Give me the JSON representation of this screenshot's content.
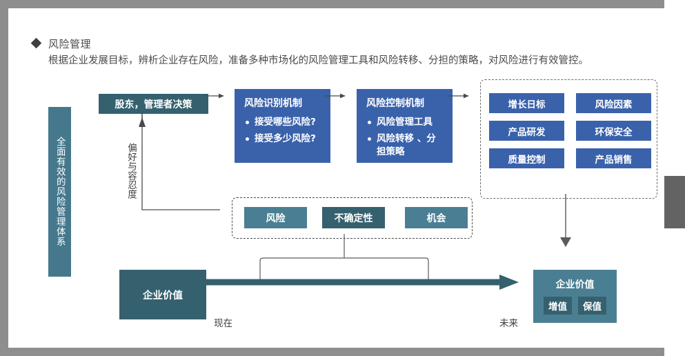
{
  "header": {
    "bullet_icon": "diamond-bullet-icon",
    "title": "风险管理",
    "subtitle": "根据企业发展目标，辨析企业存在风险，准备多种市场化的风险管理工具和风险转移、分担的策略，对风险进行有效管控。"
  },
  "side_banner": {
    "label": "全面有效的风险管理体系"
  },
  "flow": {
    "stakeholder_box": "股东，管理者决策",
    "preference_label": "偏好与容忍度",
    "identify": {
      "title": "风险识别机制",
      "items": [
        "接受哪些风险?",
        "接受多少风险?"
      ]
    },
    "control": {
      "title": "风险控制机制",
      "items": [
        "风险管理工具",
        "风险转移 、分担策略"
      ]
    }
  },
  "objectives_grid": {
    "items": [
      "增长日标",
      "风险因素",
      "产品研发",
      "环保安全",
      "质量控制",
      "产品销售"
    ]
  },
  "middle_group": {
    "items": [
      {
        "label": "风险",
        "shade": "light"
      },
      {
        "label": "不确定性",
        "shade": "dark"
      },
      {
        "label": "机会",
        "shade": "light"
      }
    ]
  },
  "timeline": {
    "value_now": "企业价值",
    "label_now": "现在",
    "label_future": "未来",
    "value_future_title": "企业价值",
    "value_future_badges": [
      "增值",
      "保值"
    ]
  },
  "colors": {
    "blue": "#3a62ab",
    "teal": "#35616f",
    "teal_light": "#4a7f93",
    "banner": "#45788c",
    "frame_gray": "#8e8e8e",
    "scroll_thumb": "#636363",
    "line": "#4a4a4a"
  }
}
